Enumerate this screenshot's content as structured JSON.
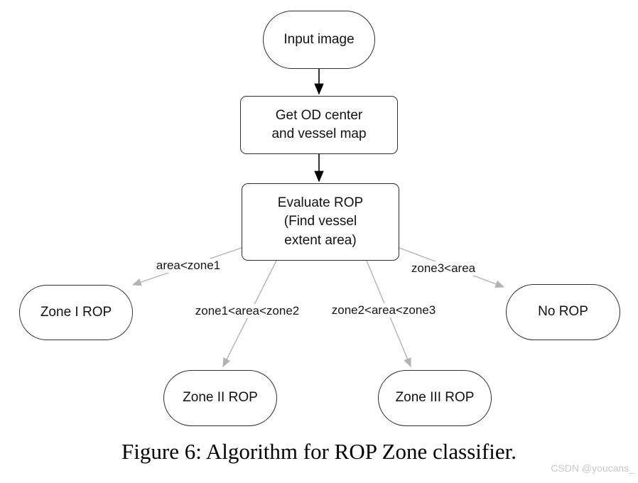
{
  "diagram": {
    "nodes": {
      "input": {
        "label": "Input image"
      },
      "get_od": {
        "label": "Get OD center\nand vessel map"
      },
      "evaluate": {
        "label": "Evaluate ROP\n(Find vessel\nextent area)"
      },
      "zone1": {
        "label": "Zone I ROP"
      },
      "zone2": {
        "label": "Zone II ROP"
      },
      "zone3": {
        "label": "Zone III ROP"
      },
      "no_rop": {
        "label": "No ROP"
      }
    },
    "edge_labels": {
      "to_zone1": "area<zone1",
      "to_zone2": "zone1<area<zone2",
      "to_zone3": "zone2<area<zone3",
      "to_no_rop": "zone3<area"
    },
    "colors": {
      "node_border": "#2d2d2d",
      "black_arrow": "#000000",
      "gray_arrow": "#b3b3b3",
      "text": "#111111",
      "watermark": "#c9c9c9"
    }
  },
  "caption": "Figure 6: Algorithm for ROP Zone classifier.",
  "watermark": "CSDN @youcans_"
}
